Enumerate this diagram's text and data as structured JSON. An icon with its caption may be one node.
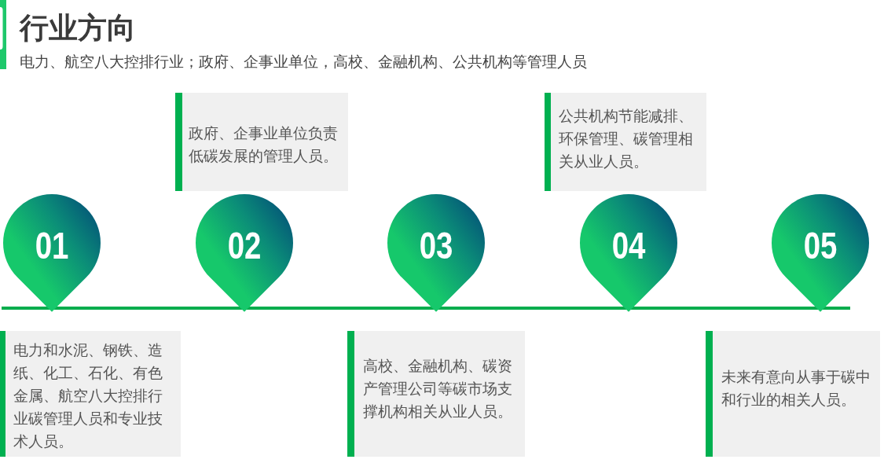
{
  "diagram": {
    "title": "行业方向",
    "nodes": [
      {
        "text": [
          "政府、企事业单位负责低碳发展的管理人员。"
        ]
      },
      {
        "text": [
          "公共机构节能减排、环保管理、碳管理相关从业人员。"
        ]
      },
      {
        "text": [
          "01"
        ]
      },
      {
        "text": [
          "02"
        ]
      },
      {
        "text": [
          "03"
        ]
      },
      {
        "text": [
          "04"
        ]
      },
      {
        "text": [
          "05"
        ]
      },
      {
        "text": [
          "电力和水泥、钢铁、造纸、化工、石化、有色金属、航空八大控排行业碳管理人员和专业技术人员。"
        ]
      },
      {
        "text": [
          "高校、金融机构、碳资产管理公司等碳市场支撑机构相关从业人员。"
        ]
      },
      {
        "text": [
          "未来有意向从事于碳中和行业的相关人员。"
        ]
      }
    ],
    "labels": [
      "电力、航空八大控排行业；政府、企事业单位，高校、金融机构、公共机构等管理人员"
    ]
  }
}
